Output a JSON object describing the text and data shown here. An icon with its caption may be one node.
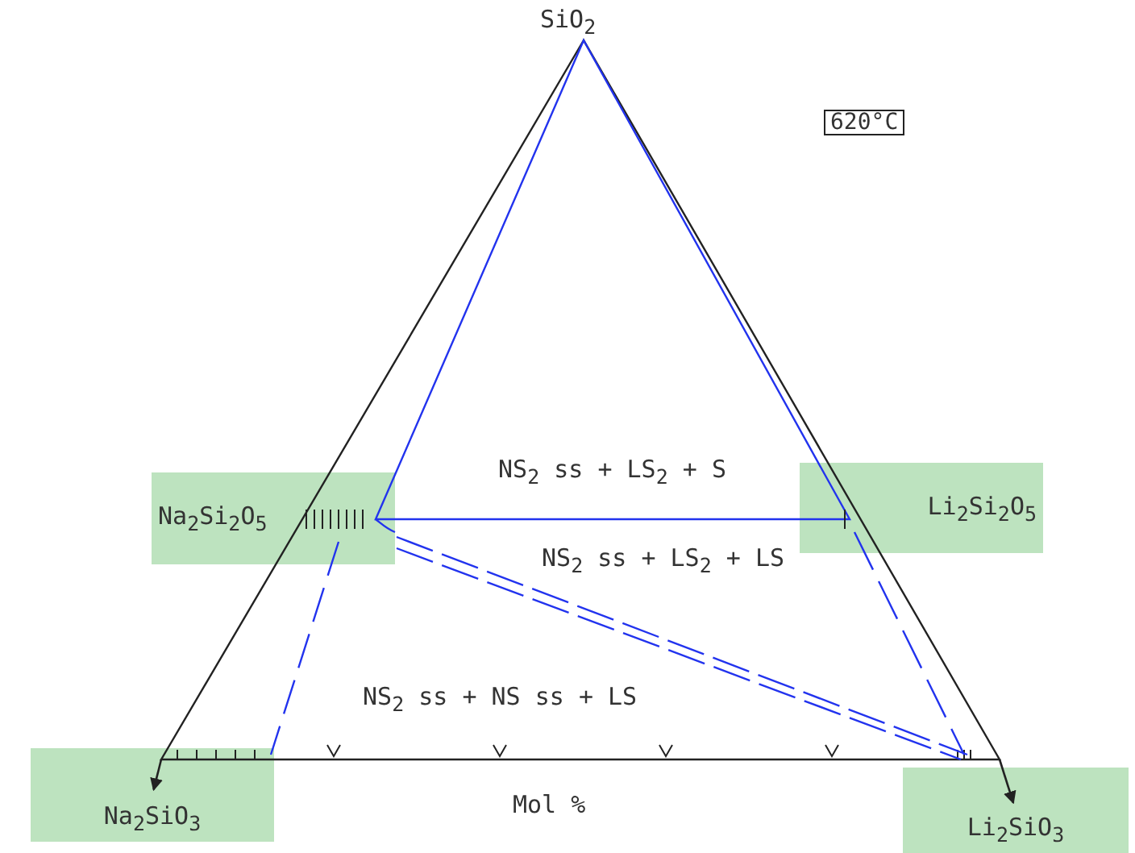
{
  "diagram": {
    "nodes": [
      {
        "text": [
          "Na$_{2}$Si$_{2}$O$_{5}$"
        ]
      },
      {
        "text": [
          "Li$_{2}$Si$_{2}$O$_{5}$"
        ]
      },
      {
        "text": [
          "Na$_{2}$SiO$_{3}$"
        ]
      },
      {
        "text": [
          "Li$_{2}$SiO$_{3}$"
        ]
      }
    ],
    "edges": [
      {
        "from": null,
        "to": 2,
        "arrow": "to"
      },
      {
        "from": null,
        "to": 3,
        "arrow": "to"
      }
    ],
    "labels": [
      "SiO$_{2}$",
      "620°C",
      "NS$_{2}$ ss + LS$_{2}$ + S",
      "NS$_{2}$ ss + LS$_{2}$ + LS",
      "NS$_{2}$ ss + NS ss + LS",
      "Mol %"
    ]
  }
}
